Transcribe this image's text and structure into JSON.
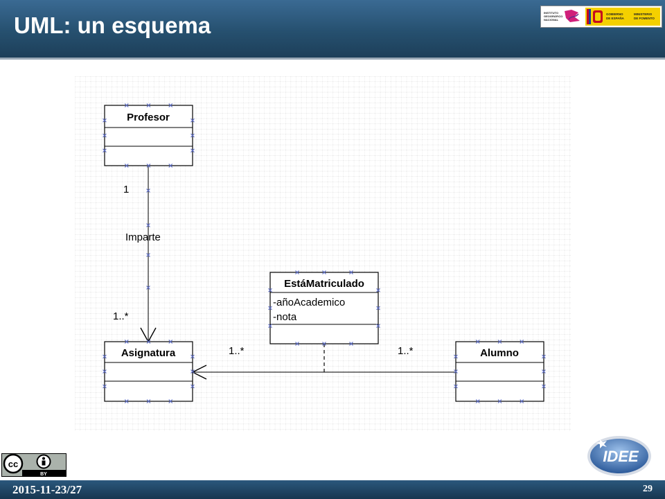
{
  "slide": {
    "title": "UML: un esquema",
    "date_label": "2015-11-23/27",
    "page_number": "29"
  },
  "logos": {
    "ign_text": [
      "INSTITUTO",
      "GEOGRÁFICO",
      "NACIONAL"
    ],
    "ministry_text": [
      "GOBIERNO",
      "DE ESPAÑA"
    ],
    "ministry_name": [
      "MINISTERIO",
      "DE FOMENTO"
    ],
    "idee_label": "IDEE",
    "cc_label": "cc",
    "by_label": "BY"
  },
  "diagram": {
    "classes": {
      "profesor": {
        "name": "Profesor",
        "attributes": []
      },
      "asignatura": {
        "name": "Asignatura",
        "attributes": []
      },
      "esta_matriculado": {
        "name": "EstáMatriculado",
        "attributes": [
          "-añoAcademico",
          "-nota"
        ]
      },
      "alumno": {
        "name": "Alumno",
        "attributes": []
      }
    },
    "associations": {
      "imparte": {
        "label": "Imparte",
        "source_multiplicity": "1",
        "target_multiplicity": "1..*"
      },
      "matricula": {
        "asignatura_multiplicity": "1..*",
        "alumno_multiplicity": "1..*"
      }
    }
  },
  "colors": {
    "header_top": "#3a6a93",
    "header_bottom": "#1d3f59",
    "grid": "#c8c8c8",
    "handle": "#6070c8",
    "idee_blue": "#4a78b8"
  }
}
